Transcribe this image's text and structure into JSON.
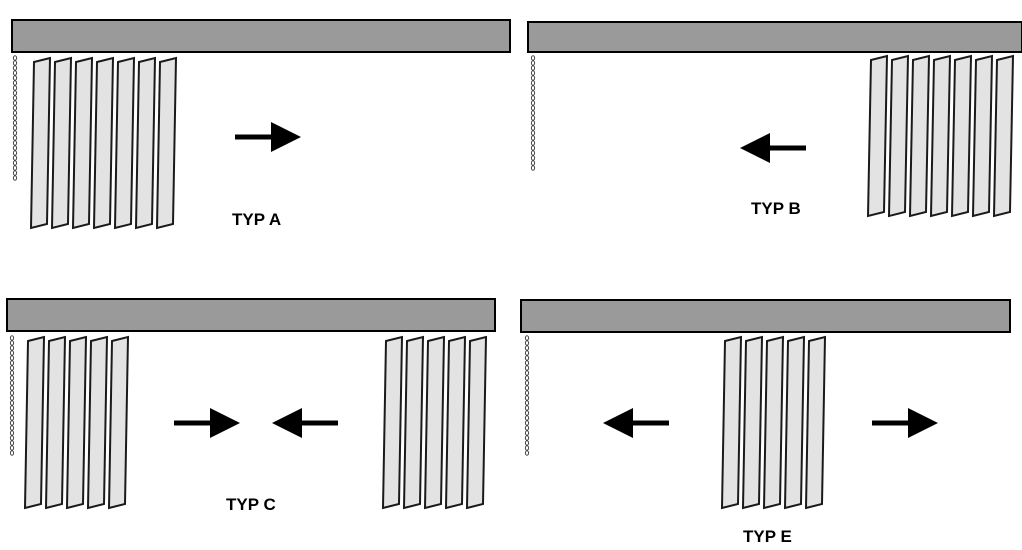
{
  "panels": [
    {
      "id": "a",
      "label": "TYP A",
      "arrows": [
        "right"
      ]
    },
    {
      "id": "b",
      "label": "TYP B",
      "arrows": [
        "left"
      ]
    },
    {
      "id": "c",
      "label": "TYP C",
      "arrows": [
        "right",
        "left"
      ]
    },
    {
      "id": "e",
      "label": "TYP E",
      "arrows": [
        "left",
        "right"
      ]
    }
  ],
  "colors": {
    "rail": "#9a9a9a",
    "slat": "#e3e3e3",
    "outline": "#1a1a1a"
  }
}
